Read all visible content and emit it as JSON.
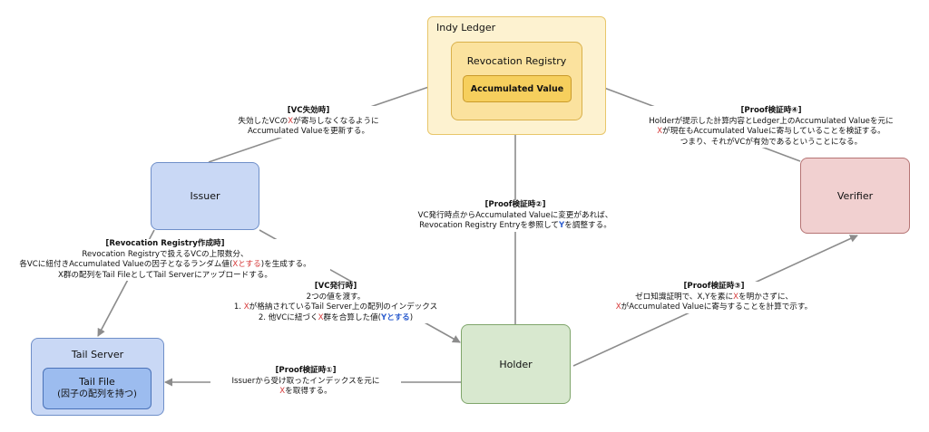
{
  "nodes": {
    "indy_ledger": "Indy Ledger",
    "revocation_registry": "Revocation Registry",
    "accumulated_value": "Accumulated Value",
    "issuer": "Issuer",
    "verifier": "Verifier",
    "tail_server": "Tail Server",
    "tail_file_line1": "Tail File",
    "tail_file_line2": "(因子の配列を持つ)",
    "holder": "Holder"
  },
  "labels": {
    "vc_revoke": {
      "title": "[VC失効時]",
      "l1_pre": "失効したVCの",
      "l1_x": "X",
      "l1_post": "が寄与しなくなるように",
      "l2": "Accumulated Valueを更新する。"
    },
    "proof2": {
      "title": "[Proof検証時②]",
      "l1": "VC発行時点からAccumulated Valueに変更があれば、",
      "l2_pre": "Revocation Registry Entryを参照して",
      "l2_y": "Y",
      "l2_post": "を調整する。"
    },
    "proof4": {
      "title": "[Proof検証時④]",
      "l1": "Holderが提示した計算内容とLedger上のAccumulated Valueを元に",
      "l2_x": "X",
      "l2_post": "が現在もAccumulated Valueに寄与していることを検証する。",
      "l3": "つまり、それがVCが有効であるということになる。"
    },
    "registry_create": {
      "title": "[Revocation Registry作成時]",
      "l1": "Revocation Registryで扱えるVCの上限数分、",
      "l2_pre": "各VCに紐付きAccumulated Valueの因子となるランダム値(",
      "l2_x": "Xとする",
      "l2_post": ")を生成する。",
      "l3": "X群の配列をTail FileとしてTail Serverにアップロードする。"
    },
    "vc_issue": {
      "title": "[VC発行時]",
      "l1": "2つの値を渡す。",
      "l2_pre": "1. ",
      "l2_x": "X",
      "l2_post": "が格納されているTail Server上の配列のインデックス",
      "l3_pre": "2. 他VCに紐づく",
      "l3_x": "X",
      "l3_mid": "群を合算した値(",
      "l3_y": "Yとする",
      "l3_post": ")"
    },
    "proof3": {
      "title": "[Proof検証時③]",
      "l1_pre": "ゼロ知識証明で、X,Yを素に",
      "l1_x": "X",
      "l1_post": "を明かさずに、",
      "l2_x": "X",
      "l2_post": "がAccumulated Valueに寄与することを計算で示す。"
    },
    "proof1": {
      "title": "[Proof検証時①]",
      "l1": "Issuerから受け取ったインデックスを元に",
      "l2_x": "X",
      "l2_post": "を取得する。"
    }
  },
  "colors": {
    "ledger_fill": "#fdf2d0",
    "ledger_border": "#e8c66a",
    "registry_fill": "#fbe29e",
    "accum_fill": "#f6cf5d",
    "issuer_fill": "#c9d8f5",
    "issuer_border": "#6f8fc9",
    "verifier_fill": "#f1d0d0",
    "verifier_border": "#b57474",
    "holder_fill": "#d8e8cf",
    "holder_border": "#7fa56b",
    "tail_fill": "#c9d8f5",
    "tailfile_fill": "#9cbcef",
    "arrow": "#8c8c8c",
    "highlight_red": "#d63a3a",
    "highlight_blue": "#2f5fcf"
  }
}
